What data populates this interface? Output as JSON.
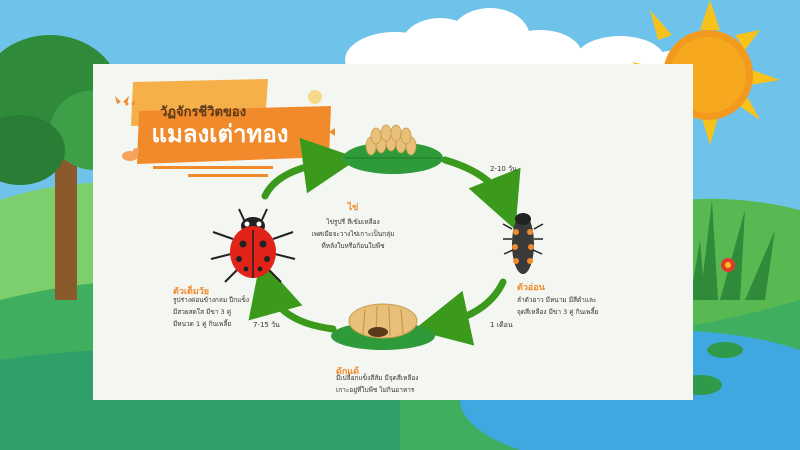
{
  "title": {
    "line1": "วัฏจักรชีวิตของ",
    "line2": "แมลงเต่าทอง"
  },
  "stages": {
    "egg": {
      "label": "ไข่",
      "desc": "ไข่รูปรี สีเข้มเหลือง\nเพศเมียจะวางไข่เกาะเป็นกลุ่ม\nที่หลังใบหรือก้อนใบพืช"
    },
    "larva": {
      "label": "ตัวอ่อน",
      "desc": "ลำตัวยาว มีหนาม มีสีดำและ\nจุดสีเหลือง มีขา 3 คู่ กินเพลี้ย"
    },
    "pupa": {
      "label": "ดักแด้",
      "desc": "มีเปลือกแข็งสีส้ม มีจุดสีเหลือง\nเกาะอยู่ที่ใบพืช ไม่กินอาหาร"
    },
    "adult": {
      "label": "ตัวเต็มวัย",
      "desc": "รูปร่างค่อนข้างกลม ปีกแข็ง\nมีสวยสดใส มีขา 3 คู่\nมีหนวด 1 คู่ กินเพลี้ย"
    }
  },
  "durations": {
    "egg_to_larva": "2-10 วัน",
    "larva_to_pupa": "1 เดือน",
    "pupa_to_adult": "7-15 วัน"
  },
  "colors": {
    "accent_orange": "#f08a2a",
    "arrow_green": "#3b9a1c",
    "card_bg": "#f4f6f1",
    "sky": "#6fc3ea"
  }
}
